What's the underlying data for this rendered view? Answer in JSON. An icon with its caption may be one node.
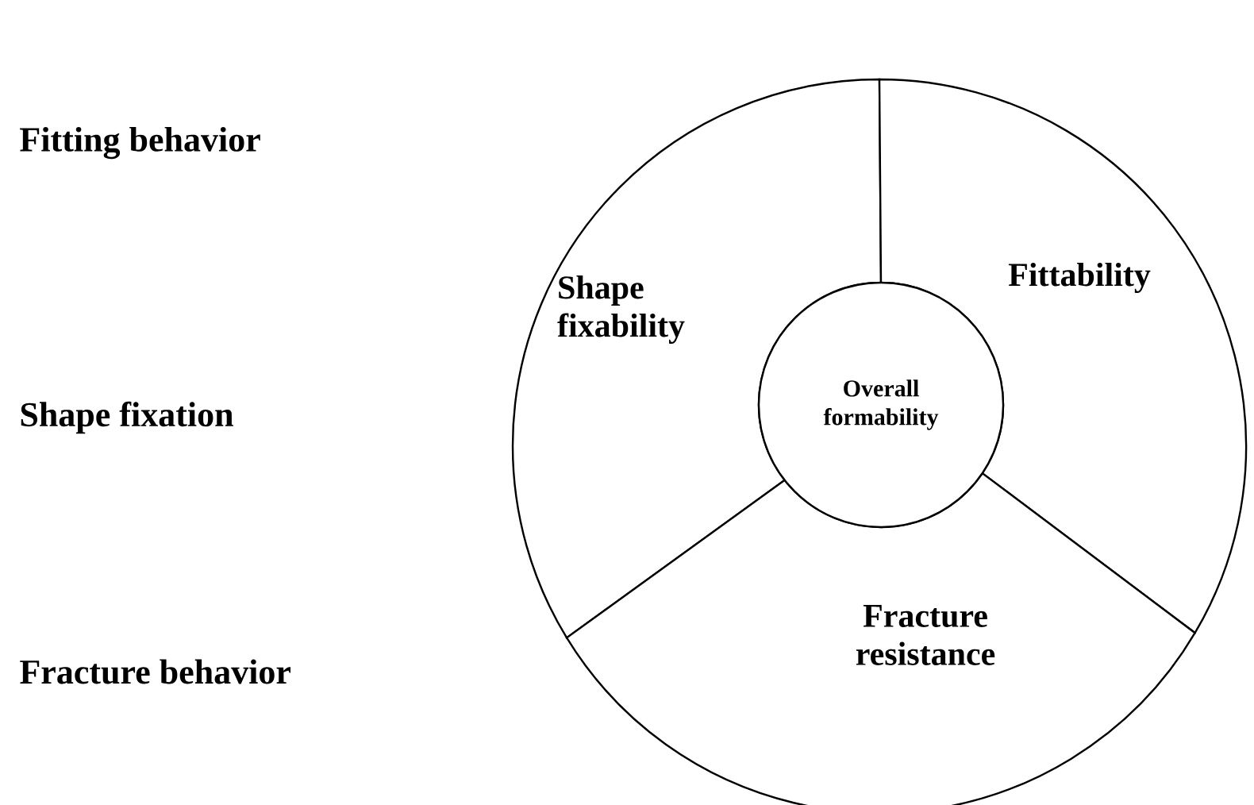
{
  "diagram": {
    "nodes": [
      {
        "text": [
          "Shape fixability"
        ]
      },
      {
        "text": [
          "Fittability"
        ]
      },
      {
        "text": [
          "Fracture resistance"
        ]
      },
      {
        "text": [
          "Overall formability"
        ]
      }
    ],
    "labels": [
      "Fitting behavior",
      "Shape fixation",
      "Fracture behavior"
    ]
  }
}
